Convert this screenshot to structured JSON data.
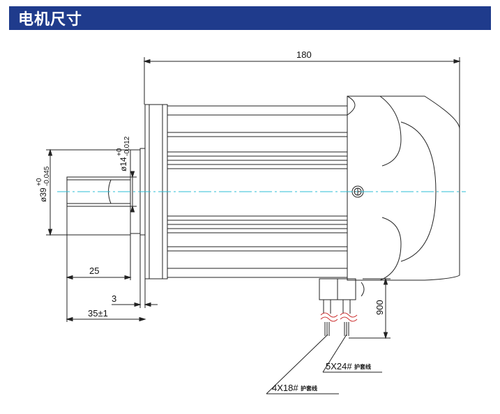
{
  "header": {
    "title": "电机尺寸"
  },
  "dimensions": {
    "overall_length": "180",
    "shaft_diameter": "ø14",
    "shaft_tolerance_upper": "+0",
    "shaft_tolerance_lower": "-0.012",
    "pilot_diameter": "ø39",
    "pilot_tolerance_upper": "+0",
    "pilot_tolerance_lower": "-0.045",
    "key_length": "25",
    "flange_thickness": "3",
    "shaft_length": "35±1",
    "lead_length": "900"
  },
  "leads": {
    "lead_a_text": "5X24#",
    "lead_a_suffix": "护套线",
    "lead_b_text": "4X18#",
    "lead_b_suffix": "护套线"
  },
  "colors": {
    "header_bg": "#1f3b8c",
    "centerline": "#2bbcd4",
    "line": "#222222"
  }
}
